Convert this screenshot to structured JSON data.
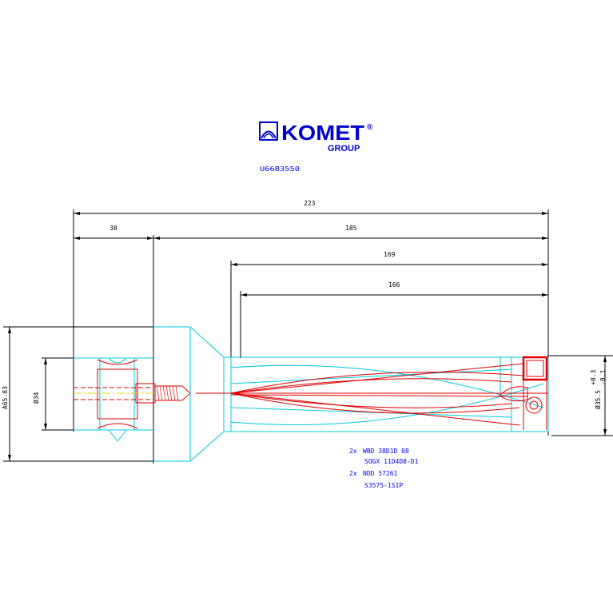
{
  "logo": {
    "brand": "KOMET",
    "registered_mark": "®",
    "group": "GROUP",
    "color": "#0000cc"
  },
  "part_number": "U66B3550",
  "dimensions": {
    "overall_length": "223",
    "shank_length": "38",
    "body_length": "185",
    "length_169": "169",
    "length_166": "166",
    "flange_diameter": "A65.83",
    "shank_diameter": "Ø34",
    "drill_diameter": "Ø35.5",
    "tol_upper": "+0.3",
    "tol_lower": "-0.1"
  },
  "inserts": [
    {
      "qty": "2x",
      "code": "WBD 38D1D 08"
    },
    {
      "code": "SOGX 11D4D8-D1"
    },
    {
      "qty": "2x",
      "code": "NDD 57261"
    },
    {
      "code": "S3575-1S1P"
    }
  ],
  "colors": {
    "outline": "#000000",
    "body": "#00c8dc",
    "detail": "#e00000",
    "centerline": "#e8d800"
  }
}
